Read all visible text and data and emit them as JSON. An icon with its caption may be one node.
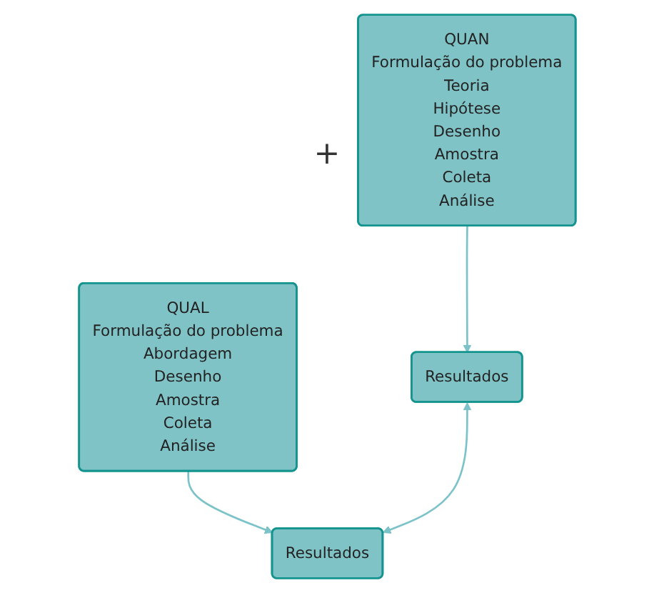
{
  "diagram": {
    "nodes": [
      {
        "text": [
          "QUAN",
          "Formulação do problema",
          "Teoria",
          "Hipótese",
          "Desenho",
          "Amostra",
          "Coleta",
          "Análise"
        ]
      },
      {
        "text": [
          "QUAL",
          "Formulação do problema",
          "Abordagem",
          "Desenho",
          "Amostra",
          "Coleta",
          "Análise"
        ]
      },
      {
        "text": [
          "Resultados"
        ]
      },
      {
        "text": [
          "Resultados"
        ]
      }
    ],
    "edges": [
      {
        "from": 0,
        "to": 2,
        "arrow": "to"
      },
      {
        "from": 1,
        "to": 3,
        "arrow": "to"
      },
      {
        "from": 2,
        "to": 3,
        "arrow": "both"
      }
    ],
    "labels": [
      "+"
    ]
  }
}
